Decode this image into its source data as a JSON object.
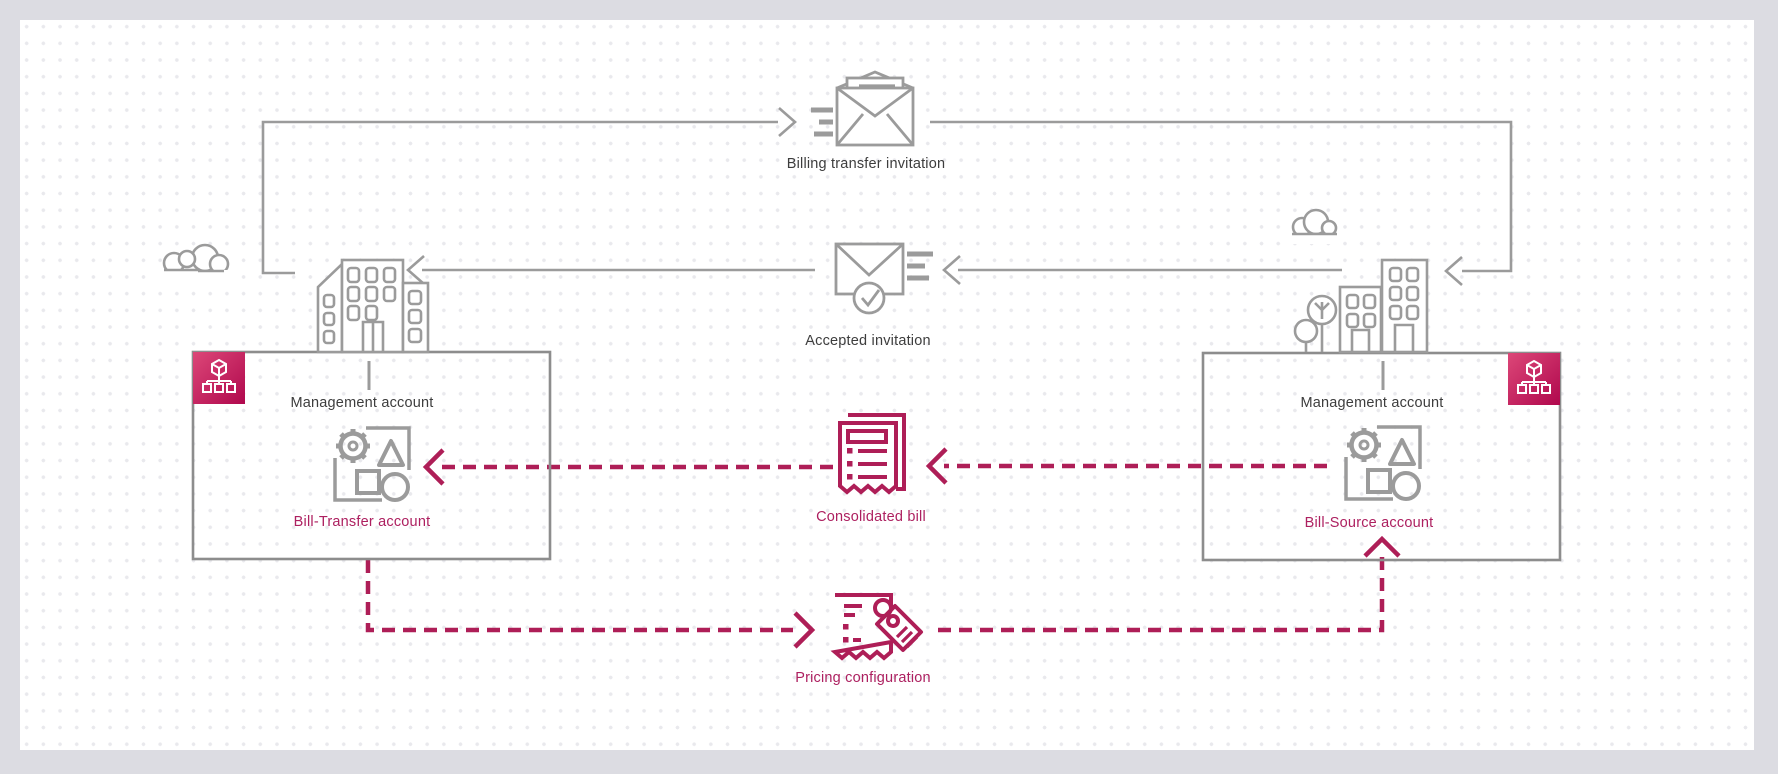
{
  "colors": {
    "outer_background": "#dcdce2",
    "canvas_background": "#ffffff",
    "dot_grid": "#e9e9ed",
    "gray_line": "#9b9b9b",
    "box_border": "#8d8d8d",
    "dark_text": "#3d3d3d",
    "pink_accent": "#ae1e57",
    "pink_text": "#ad2060",
    "org_icon_gradient_start": "#dc4778",
    "org_icon_gradient_end": "#b0084d"
  },
  "flows": {
    "billing_transfer_invitation": {
      "label": "Billing transfer invitation",
      "style": "solid-gray",
      "icon": "open-envelope-send-icon"
    },
    "accepted_invitation": {
      "label": "Accepted invitation",
      "style": "solid-gray",
      "icon": "envelope-check-icon"
    },
    "consolidated_bill": {
      "label": "Consolidated bill",
      "style": "dashed-pink",
      "icon": "bill-receipt-icon"
    },
    "pricing_configuration": {
      "label": "Pricing configuration",
      "style": "dashed-pink",
      "icon": "receipt-price-tag-icon"
    }
  },
  "accounts": {
    "left": {
      "management_label": "Management account",
      "member_label": "Bill-Transfer account",
      "badge_icon": "aws-organizations-icon"
    },
    "right": {
      "management_label": "Management account",
      "member_label": "Bill-Source account",
      "badge_icon": "aws-organizations-icon"
    }
  }
}
